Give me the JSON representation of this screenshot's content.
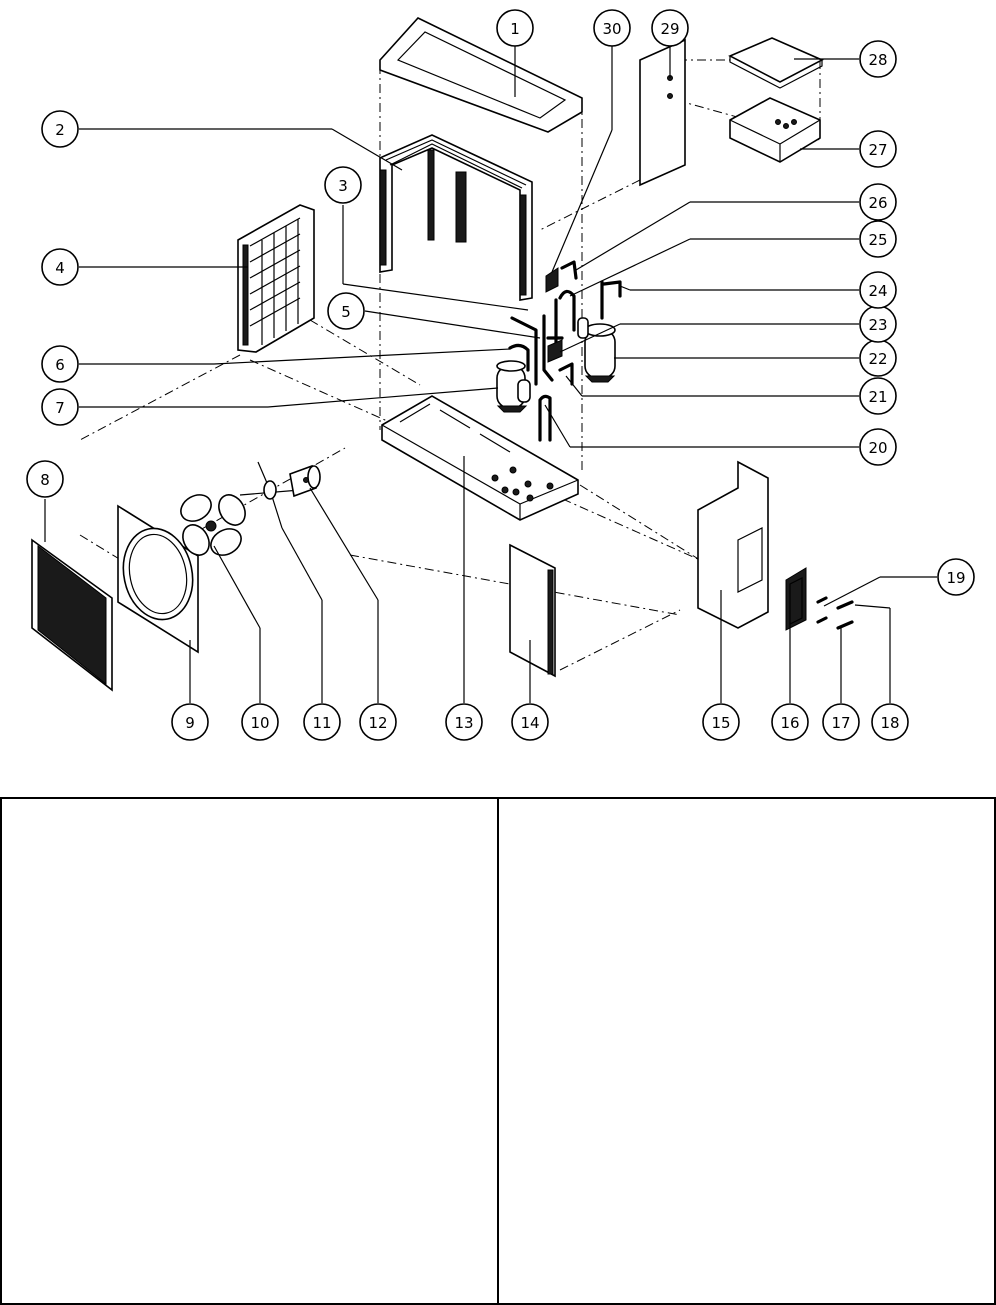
{
  "diagram": {
    "callouts": [
      "1",
      "2",
      "3",
      "4",
      "5",
      "6",
      "7",
      "8",
      "9",
      "10",
      "11",
      "12",
      "13",
      "14",
      "15",
      "16",
      "17",
      "18",
      "19",
      "20",
      "21",
      "22",
      "23",
      "24",
      "25",
      "26",
      "27",
      "28",
      "29",
      "30"
    ]
  },
  "parts_table": {
    "columns": 2,
    "rows": []
  }
}
